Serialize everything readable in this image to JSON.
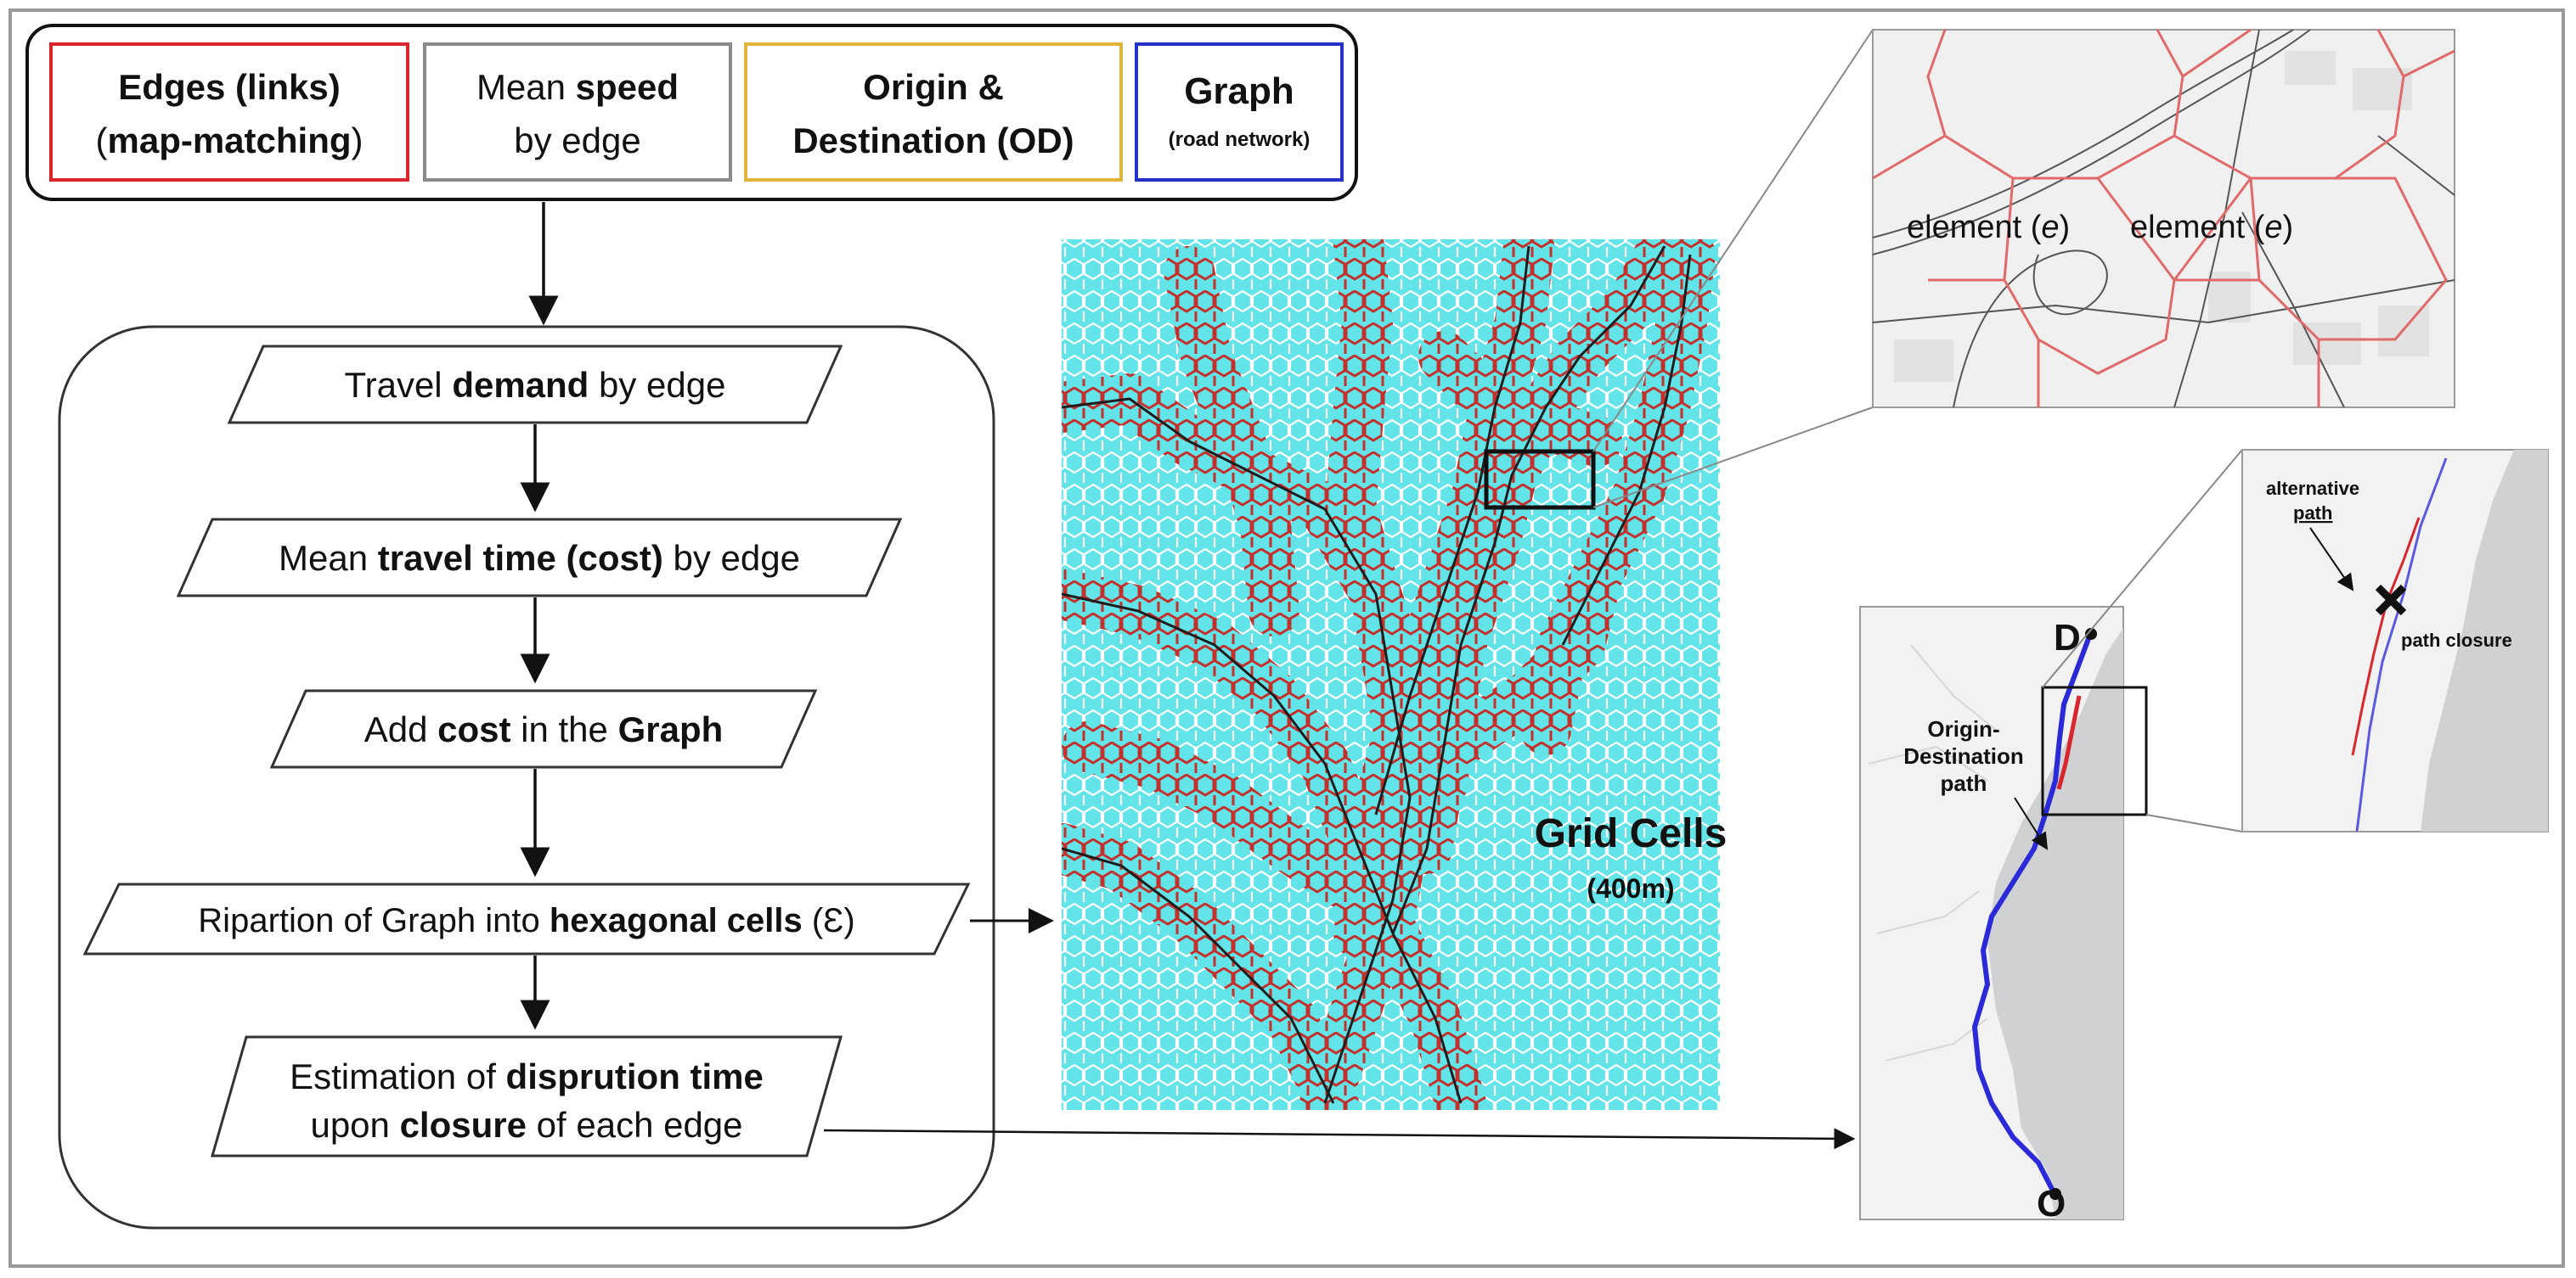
{
  "inputs": {
    "edges": {
      "line1": "Edges (links)",
      "open": "(",
      "bold2": "map-matching",
      "close": ")",
      "color": "#d9262c"
    },
    "speed": {
      "pre": "Mean ",
      "bold": "speed",
      "line2": "by edge",
      "color": "#8a8a8a"
    },
    "od": {
      "line1": "Origin &",
      "line2": "Destination (OD)",
      "color": "#e2b43a"
    },
    "graph": {
      "title": "Graph",
      "sub": "(road network)",
      "color": "#2430c8"
    }
  },
  "steps": {
    "demand": {
      "pre": "Travel ",
      "bold": "demand",
      "post": " by edge"
    },
    "travel_time": {
      "pre": "Mean ",
      "bold": "travel time (cost)",
      "post": " by edge"
    },
    "add_cost": {
      "pre": "Add ",
      "bold": "cost",
      "mid": " in the ",
      "bold2": "Graph"
    },
    "ripartion": {
      "pre": "Ripartion of Graph into ",
      "bold": "hexagonal cells",
      "post": " (Ɛ)"
    },
    "estimation": {
      "pre1": "Estimation of ",
      "bold1": "disprution time",
      "pre2": "upon ",
      "bold2": "closure",
      "post2": " of each edge"
    }
  },
  "grid_map": {
    "title": "Grid Cells",
    "sub": "(400m)",
    "cell_color": "#55e3e6",
    "road_cell_color": "#c4302b"
  },
  "zoom_inset": {
    "label_left": "element (",
    "var": "e",
    "label_close": ")",
    "label_right": "element ("
  },
  "od_map": {
    "origin": "O",
    "destination": "D",
    "path_label_1": "Origin-",
    "path_label_2": "Destination",
    "path_label_3": "path",
    "path_color": "#2a2ad8",
    "alt_color": "#d9262c"
  },
  "closure_inset": {
    "alt_1": "alternative",
    "alt_2": "path",
    "closure": "path closure",
    "closure_icon": "x-mark-icon"
  }
}
